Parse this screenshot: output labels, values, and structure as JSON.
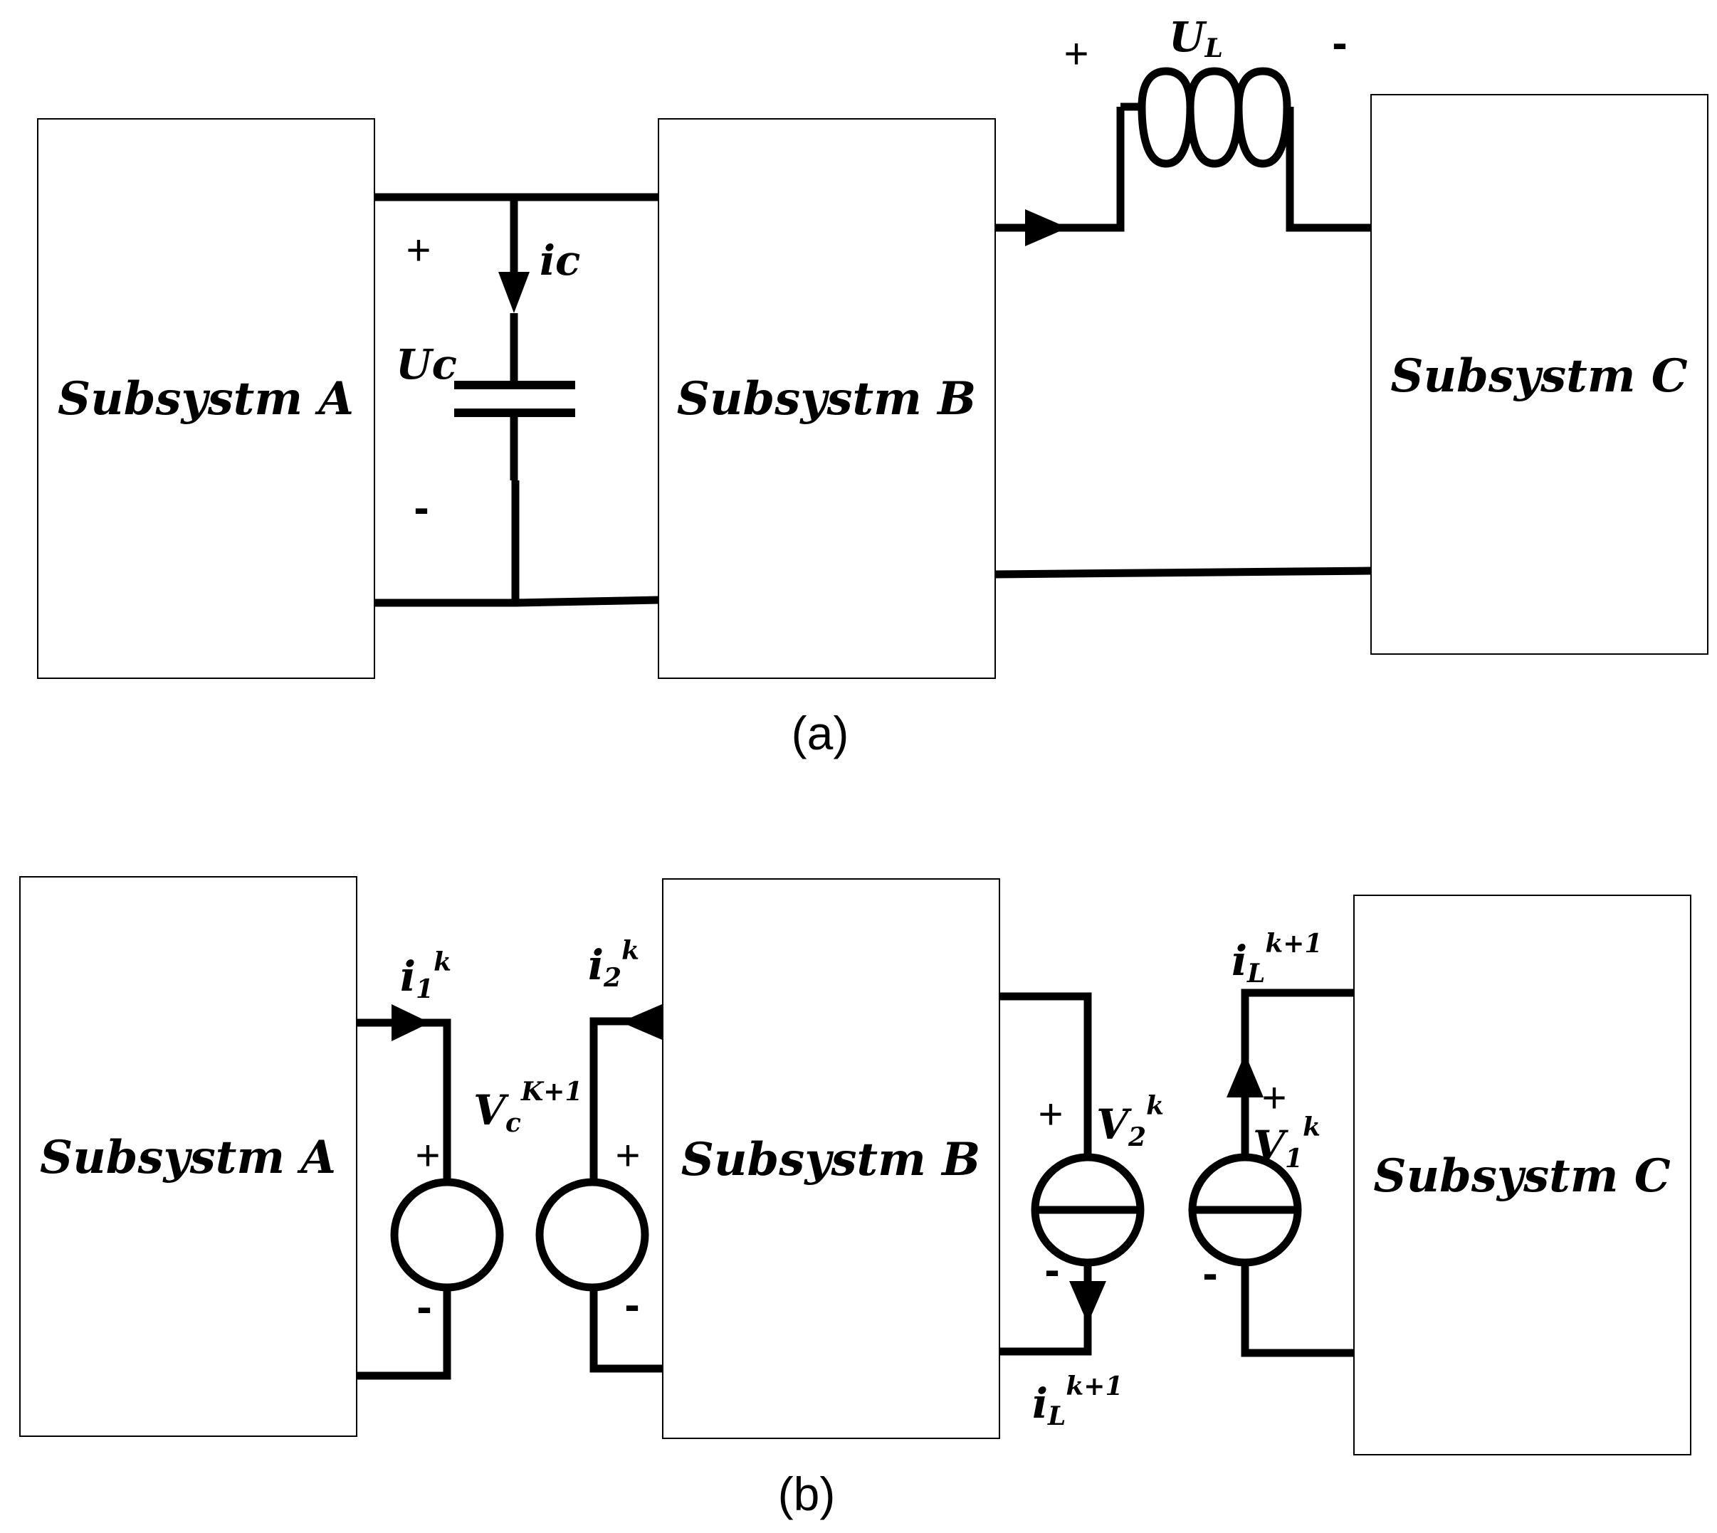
{
  "panel_a": {
    "subsystem_a": "Subsystm A",
    "subsystem_b": "Subsystm B",
    "subsystem_c": "Subsystm C",
    "cap_voltage": "Uc",
    "cap_current": "ic",
    "ind_voltage": "U",
    "ind_voltage_sub": "L",
    "plus": "+",
    "minus": "-",
    "caption": "(a)"
  },
  "panel_b": {
    "subsystem_a": "Subsystm A",
    "subsystem_b": "Subsystm B",
    "subsystem_c": "Subsystm C",
    "i1_base": "i",
    "i1_sub": "1",
    "i1_sup": "k",
    "i2_base": "i",
    "i2_sub": "2",
    "i2_sup": "k",
    "vc_base": "V",
    "vc_sub": "c",
    "vc_sup": "K+1",
    "v2_base": "V",
    "v2_sub": "2",
    "v2_sup": "k",
    "v1_base": "V",
    "v1_sub": "1",
    "v1_sup": "k",
    "iL_base": "i",
    "iL_sub": "L",
    "iL_sup": "k+1",
    "plus": "+",
    "minus": "-",
    "caption": "(b)"
  }
}
